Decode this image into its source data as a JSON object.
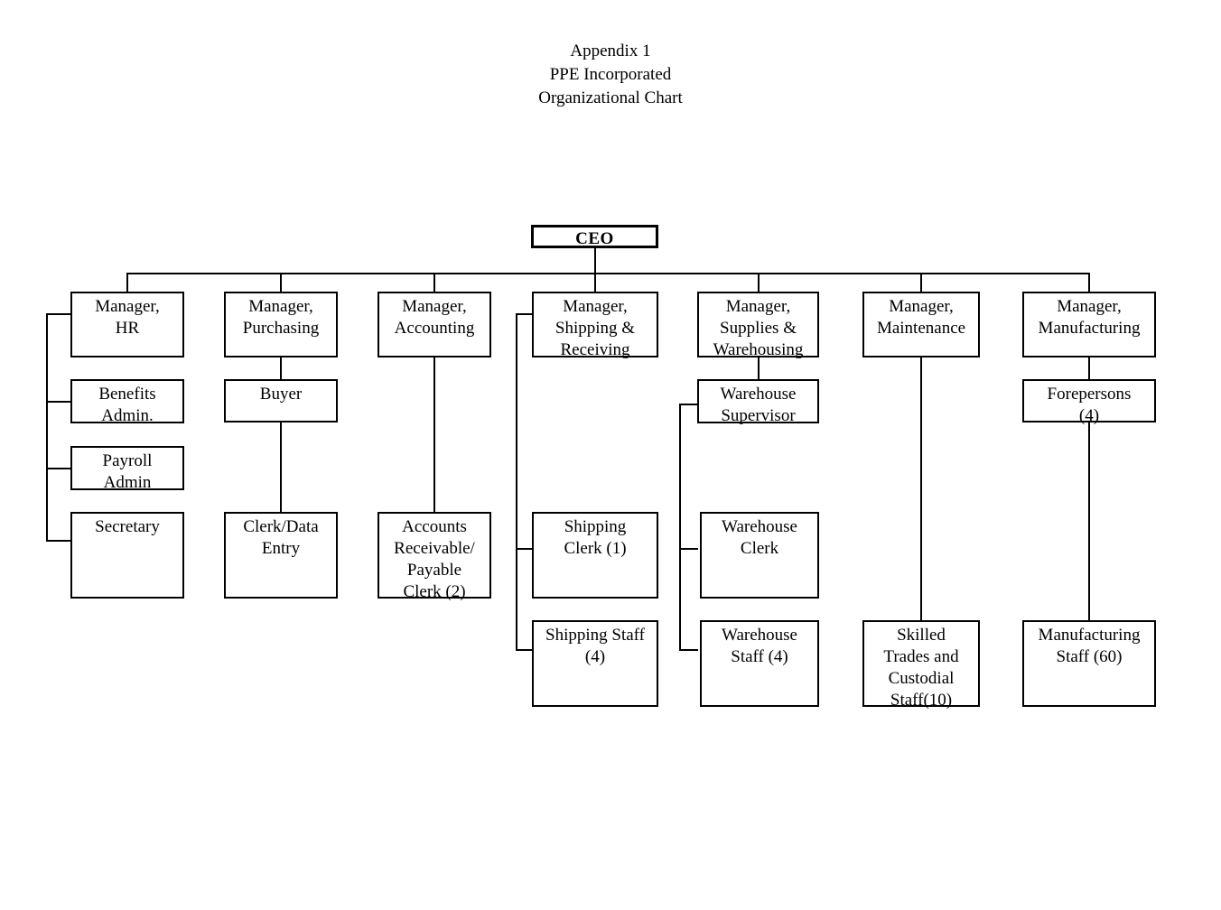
{
  "document": {
    "title_lines": [
      "Appendix 1",
      "PPE Incorporated",
      "Organizational Chart"
    ]
  },
  "chart_data": {
    "type": "diagram",
    "diagram_kind": "organizational-chart",
    "title": "PPE Incorporated Organizational Chart",
    "root": "CEO",
    "nodes": [
      {
        "id": "ceo",
        "label": "CEO",
        "level": 0,
        "parent": null,
        "headcount": null
      },
      {
        "id": "mgr-hr",
        "label": "Manager,\nHR",
        "level": 1,
        "parent": "ceo",
        "headcount": null
      },
      {
        "id": "mgr-purchasing",
        "label": "Manager,\nPurchasing",
        "level": 1,
        "parent": "ceo",
        "headcount": null
      },
      {
        "id": "mgr-accounting",
        "label": "Manager,\nAccounting",
        "level": 1,
        "parent": "ceo",
        "headcount": null
      },
      {
        "id": "mgr-shipping",
        "label": "Manager,\nShipping &\nReceiving",
        "level": 1,
        "parent": "ceo",
        "headcount": null
      },
      {
        "id": "mgr-supplies",
        "label": "Manager,\nSupplies &\nWarehousing",
        "level": 1,
        "parent": "ceo",
        "headcount": null
      },
      {
        "id": "mgr-maintenance",
        "label": "Manager,\nMaintenance",
        "level": 1,
        "parent": "ceo",
        "headcount": null
      },
      {
        "id": "mgr-manufacturing",
        "label": "Manager,\nManufacturing",
        "level": 1,
        "parent": "ceo",
        "headcount": null
      },
      {
        "id": "benefits-admin",
        "label": "Benefits\nAdmin.",
        "level": 2,
        "parent": "mgr-hr",
        "headcount": null
      },
      {
        "id": "payroll-admin",
        "label": "Payroll\nAdmin",
        "level": 2,
        "parent": "mgr-hr",
        "headcount": null
      },
      {
        "id": "secretary",
        "label": "Secretary",
        "level": 2,
        "parent": "mgr-hr",
        "headcount": null
      },
      {
        "id": "buyer",
        "label": "Buyer",
        "level": 2,
        "parent": "mgr-purchasing",
        "headcount": null
      },
      {
        "id": "clerk-data-entry",
        "label": "Clerk/Data\nEntry",
        "level": 3,
        "parent": "buyer",
        "headcount": null
      },
      {
        "id": "ar-ap-clerk",
        "label": "Accounts\nReceivable/\nPayable\nClerk (2)",
        "level": 2,
        "parent": "mgr-accounting",
        "headcount": 2
      },
      {
        "id": "shipping-clerk",
        "label": "Shipping\nClerk (1)",
        "level": 2,
        "parent": "mgr-shipping",
        "headcount": 1
      },
      {
        "id": "shipping-staff",
        "label": "Shipping Staff\n(4)",
        "level": 2,
        "parent": "mgr-shipping",
        "headcount": 4
      },
      {
        "id": "warehouse-supervisor",
        "label": "Warehouse\nSupervisor",
        "level": 2,
        "parent": "mgr-supplies",
        "headcount": null
      },
      {
        "id": "warehouse-clerk",
        "label": "Warehouse\nClerk",
        "level": 3,
        "parent": "warehouse-supervisor",
        "headcount": null
      },
      {
        "id": "warehouse-staff",
        "label": "Warehouse\nStaff (4)",
        "level": 3,
        "parent": "warehouse-supervisor",
        "headcount": 4
      },
      {
        "id": "skilled-trades",
        "label": "Skilled\nTrades and\nCustodial\nStaff",
        "label_suffix": "(10)",
        "level": 2,
        "parent": "mgr-maintenance",
        "headcount": 10,
        "spellcheck_underline": true
      },
      {
        "id": "forepersons",
        "label": "Forepersons\n(4)",
        "level": 2,
        "parent": "mgr-manufacturing",
        "headcount": 4
      },
      {
        "id": "manufacturing-staff",
        "label": "Manufacturing\nStaff (60)",
        "level": 3,
        "parent": "forepersons",
        "headcount": 60
      }
    ],
    "colors": {
      "box_border": "#000000",
      "box_fill": "#ffffff",
      "connector": "#000000",
      "text": "#000000",
      "spellcheck_underline": "#3355dd",
      "page_background": "#ffffff"
    }
  }
}
